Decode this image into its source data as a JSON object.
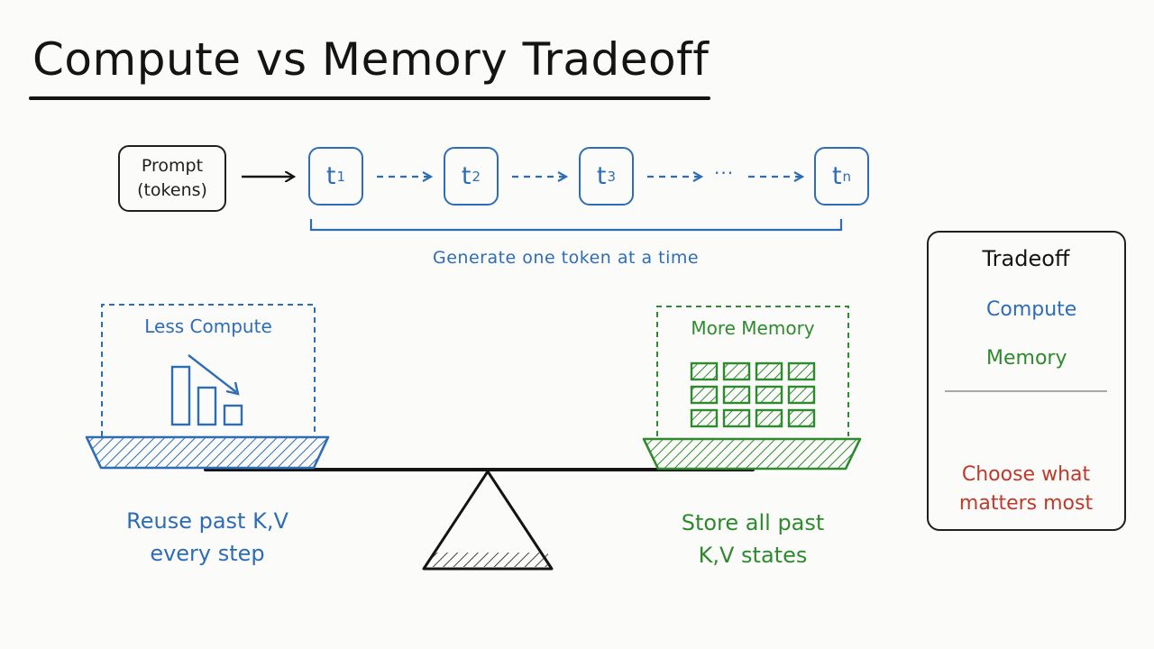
{
  "title": "Compute vs Memory Tradeoff",
  "pipeline": {
    "prompt_line1": "Prompt",
    "prompt_line2": "(tokens)",
    "tokens": [
      {
        "base": "t",
        "sub": "1"
      },
      {
        "base": "t",
        "sub": "2"
      },
      {
        "base": "t",
        "sub": "3"
      },
      {
        "base": "t",
        "sub": "n"
      }
    ],
    "ellipsis": "···",
    "caption": "Generate one token at a time"
  },
  "balance": {
    "left_box_label": "Less Compute",
    "right_box_label": "More Memory",
    "left_caption_line1": "Reuse past K,V",
    "left_caption_line2": "every step",
    "right_caption_line1": "Store all past",
    "right_caption_line2": "K,V states"
  },
  "panel": {
    "title": "Tradeoff",
    "compute_label": "Compute",
    "memory_label": "Memory",
    "choose_line1": "Choose what",
    "choose_line2": "matters most"
  },
  "colors": {
    "ink": "#141414",
    "compute_blue": "#2e6db4",
    "memory_green": "#2f8a2f",
    "decision_red": "#c0392b"
  },
  "icons": {
    "compute_arrow": "arrow-down-icon",
    "memory_arrow": "arrow-up-icon",
    "scale": "balance-scale-icon",
    "bars": "descending-bars-icon",
    "grid": "memory-grid-icon"
  }
}
